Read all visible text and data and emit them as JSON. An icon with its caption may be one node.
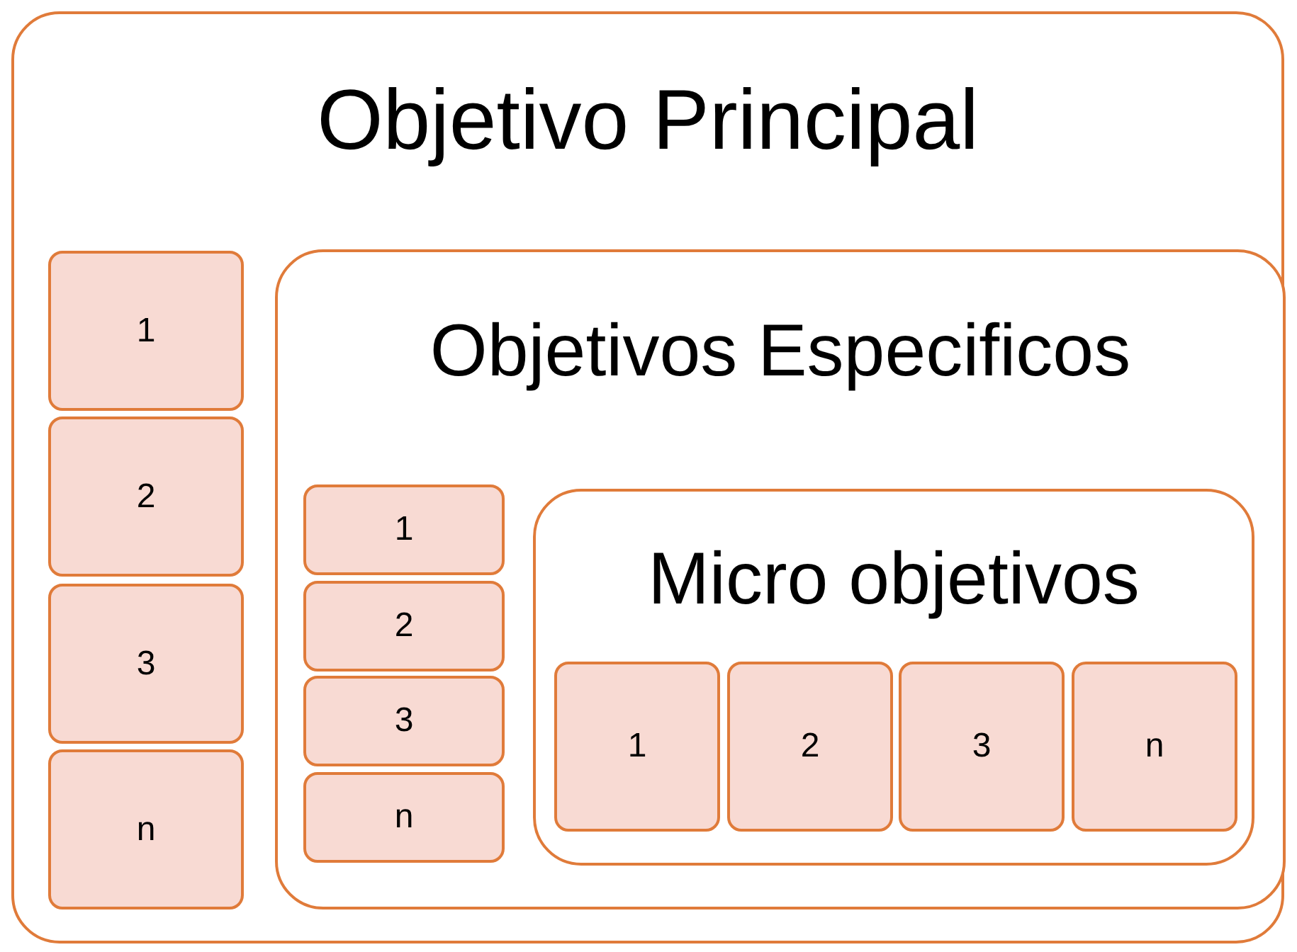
{
  "diagram": {
    "nodes": [
      {
        "text": [
          "Objetivo Principal"
        ]
      },
      {
        "text": [
          "1"
        ],
        "in": 0
      },
      {
        "text": [
          "2"
        ],
        "in": 0
      },
      {
        "text": [
          "3"
        ],
        "in": 0
      },
      {
        "text": [
          "n"
        ],
        "in": 0
      },
      {
        "text": [
          "Objetivos Especificos"
        ],
        "in": 0
      },
      {
        "text": [
          "1"
        ],
        "in": 5
      },
      {
        "text": [
          "2"
        ],
        "in": 5
      },
      {
        "text": [
          "3"
        ],
        "in": 5
      },
      {
        "text": [
          "n"
        ],
        "in": 5
      },
      {
        "text": [
          "Micro objetivos"
        ],
        "in": 5
      },
      {
        "text": [
          "1"
        ],
        "in": 10
      },
      {
        "text": [
          "2"
        ],
        "in": 10
      },
      {
        "text": [
          "3"
        ],
        "in": 10
      },
      {
        "text": [
          "n"
        ],
        "in": 10
      }
    ]
  }
}
